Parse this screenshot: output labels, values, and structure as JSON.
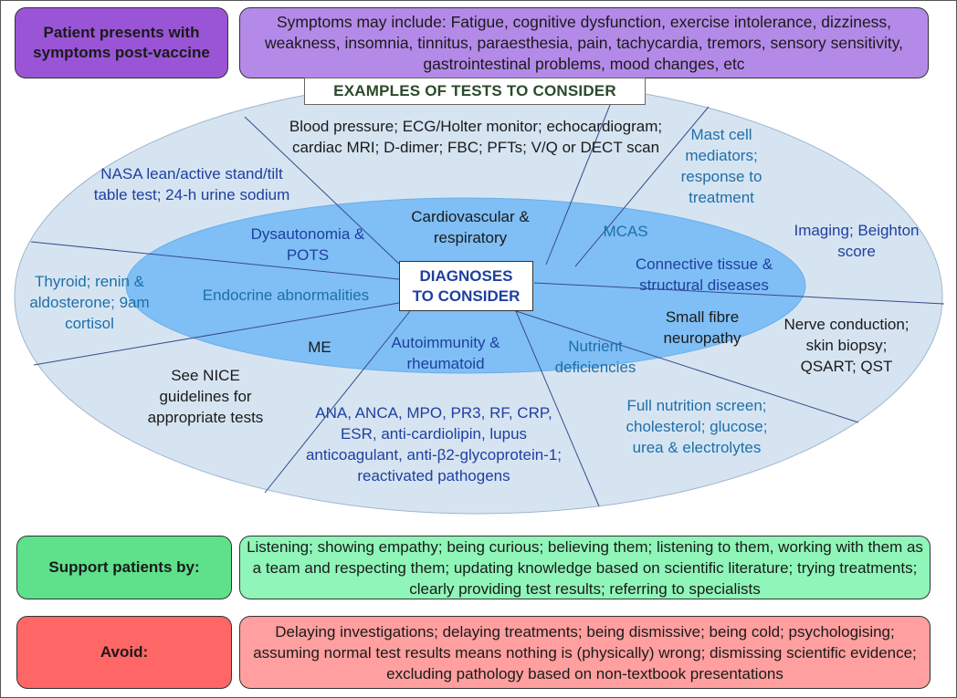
{
  "header": {
    "presents_label": "Patient presents with symptoms post-vaccine",
    "symptoms_text": "Symptoms may include: Fatigue, cognitive dysfunction, exercise intolerance, dizziness, weakness, insomnia, tinnitus, paraesthesia, pain, tachycardia, tremors, sensory sensitivity, gastrointestinal problems, mood changes, etc"
  },
  "tests_title": "EXAMPLES OF TESTS TO CONSIDER",
  "diagnoses_title": "DIAGNOSES TO CONSIDER",
  "inner_labels": {
    "cardio": "Cardiovascular & respiratory",
    "dysautonomia": "Dysautonomia & POTS",
    "mcas": "MCAS",
    "connective": "Connective tissue & structural diseases",
    "endocrine": "Endocrine abnormalities",
    "small_fibre": "Small fibre neuropathy",
    "me": "ME",
    "autoimmunity": "Autoimmunity & rheumatoid",
    "nutrient": "Nutrient deficiencies"
  },
  "outer_tests": {
    "cardio": "Blood pressure; ECG/Holter monitor; echocardiogram; cardiac MRI; D-dimer; FBC; PFTs; V/Q or DECT scan",
    "dysautonomia": "NASA lean/active stand/tilt table test; 24-h urine sodium",
    "mcas": "Mast cell mediators; response to treatment",
    "connective": "Imaging; Beighton score",
    "endocrine": "Thyroid; renin & aldosterone; 9am cortisol",
    "small_fibre": "Nerve conduction; skin biopsy; QSART; QST",
    "me": "See NICE guidelines for appropriate tests",
    "autoimmunity": "ANA, ANCA, MPO, PR3, RF, CRP, ESR, anti-cardiolipin, lupus anticoagulant, anti-β2-glycoprotein-1; reactivated pathogens",
    "nutrient": "Full nutrition screen; cholesterol; glucose; urea & electrolytes"
  },
  "support": {
    "label": "Support patients by:",
    "text": "Listening; showing empathy; being curious; believing them; listening to them, working with them as a team and respecting them; updating knowledge based on scientific literature; trying treatments; clearly providing test results; referring to specialists"
  },
  "avoid": {
    "label": "Avoid:",
    "text": "Delaying investigations; delaying treatments; being dismissive; being cold; psychologising; assuming normal test results means nothing is (physically) wrong; dismissing scientific evidence; excluding pathology based on non-textbook presentations"
  },
  "colors": {
    "purple_dark": "#9a55d6",
    "purple_light": "#b48ae8",
    "outer_ellipse": "#d6e4f2",
    "inner_ellipse": "#7fbff5",
    "green_dark": "#5fe08a",
    "green_light": "#8ff5b8",
    "red_dark": "#ff6666",
    "red_light": "#ff9f9f"
  }
}
